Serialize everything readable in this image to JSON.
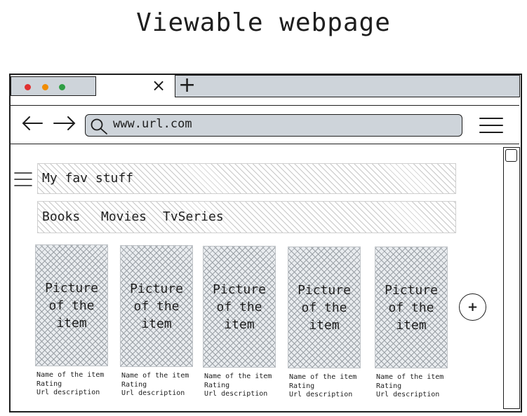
{
  "page": {
    "title": "Viewable webpage"
  },
  "browser": {
    "tab": {
      "dot_colors": [
        "#e03131",
        "#f08c00",
        "#2f9e44"
      ],
      "close_glyph": "×",
      "new_tab_glyph": "+"
    },
    "nav": {
      "back_glyph": "←",
      "forward_glyph": "→"
    },
    "address": {
      "url": "www.url.com"
    }
  },
  "site": {
    "header": {
      "title": "My fav stuff"
    },
    "categories": [
      "Books",
      "Movies",
      "TvSeries"
    ],
    "cards": [
      {
        "picture": "Picture of the item",
        "name": "Name of the item",
        "rating": "Rating",
        "url": "Url description"
      },
      {
        "picture": "Picture of the item",
        "name": "Name of the item",
        "rating": "Rating",
        "url": "Url description"
      },
      {
        "picture": "Picture of the item",
        "name": "Name of the item",
        "rating": "Rating",
        "url": "Url description"
      },
      {
        "picture": "Picture of the item",
        "name": "Name of the item",
        "rating": "Rating",
        "url": "Url description"
      },
      {
        "picture": "Picture of the item",
        "name": "Name of the item",
        "rating": "Rating",
        "url": "Url description"
      }
    ],
    "add_label": "+"
  }
}
